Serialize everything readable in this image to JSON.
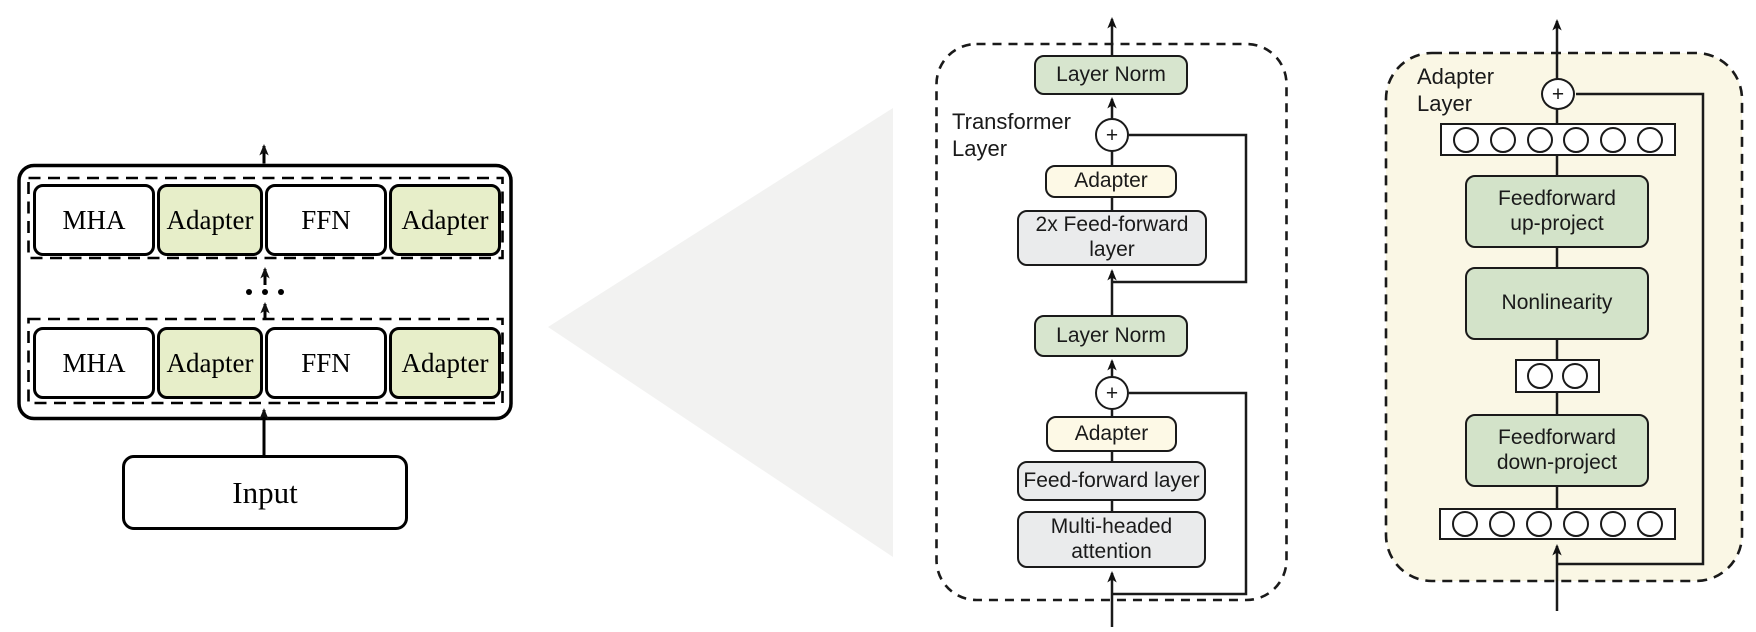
{
  "colors": {
    "left_adapter_green": "#e7eec9",
    "sage_green": "#d7e5ce",
    "pale_yellow": "#fdf9e6",
    "light_gray": "#eaebec",
    "right_green": "#d3e3c9",
    "cream_background": "#faf7e5",
    "triangle_gray": "#f2f2f1",
    "line_color": "#1a1a1a"
  },
  "left_diagram": {
    "mha": "MHA",
    "adapter": "Adapter",
    "ffn": "FFN",
    "input": "Input"
  },
  "middle_diagram": {
    "label_line1": "Transformer",
    "label_line2": "Layer",
    "layer_norm": "Layer Norm",
    "plus": "+",
    "adapter": "Adapter",
    "ff2x_line1": "2x Feed-forward",
    "ff2x_line2": "layer",
    "feed_forward": "Feed-forward layer",
    "mha_line1": "Multi-headed",
    "mha_line2": "attention"
  },
  "right_diagram": {
    "label_line1": "Adapter",
    "label_line2": "Layer",
    "plus": "+",
    "ffup_line1": "Feedforward",
    "ffup_line2": "up-project",
    "nonlinearity": "Nonlinearity",
    "ffdown_line1": "Feedforward",
    "ffdown_line2": "down-project"
  }
}
